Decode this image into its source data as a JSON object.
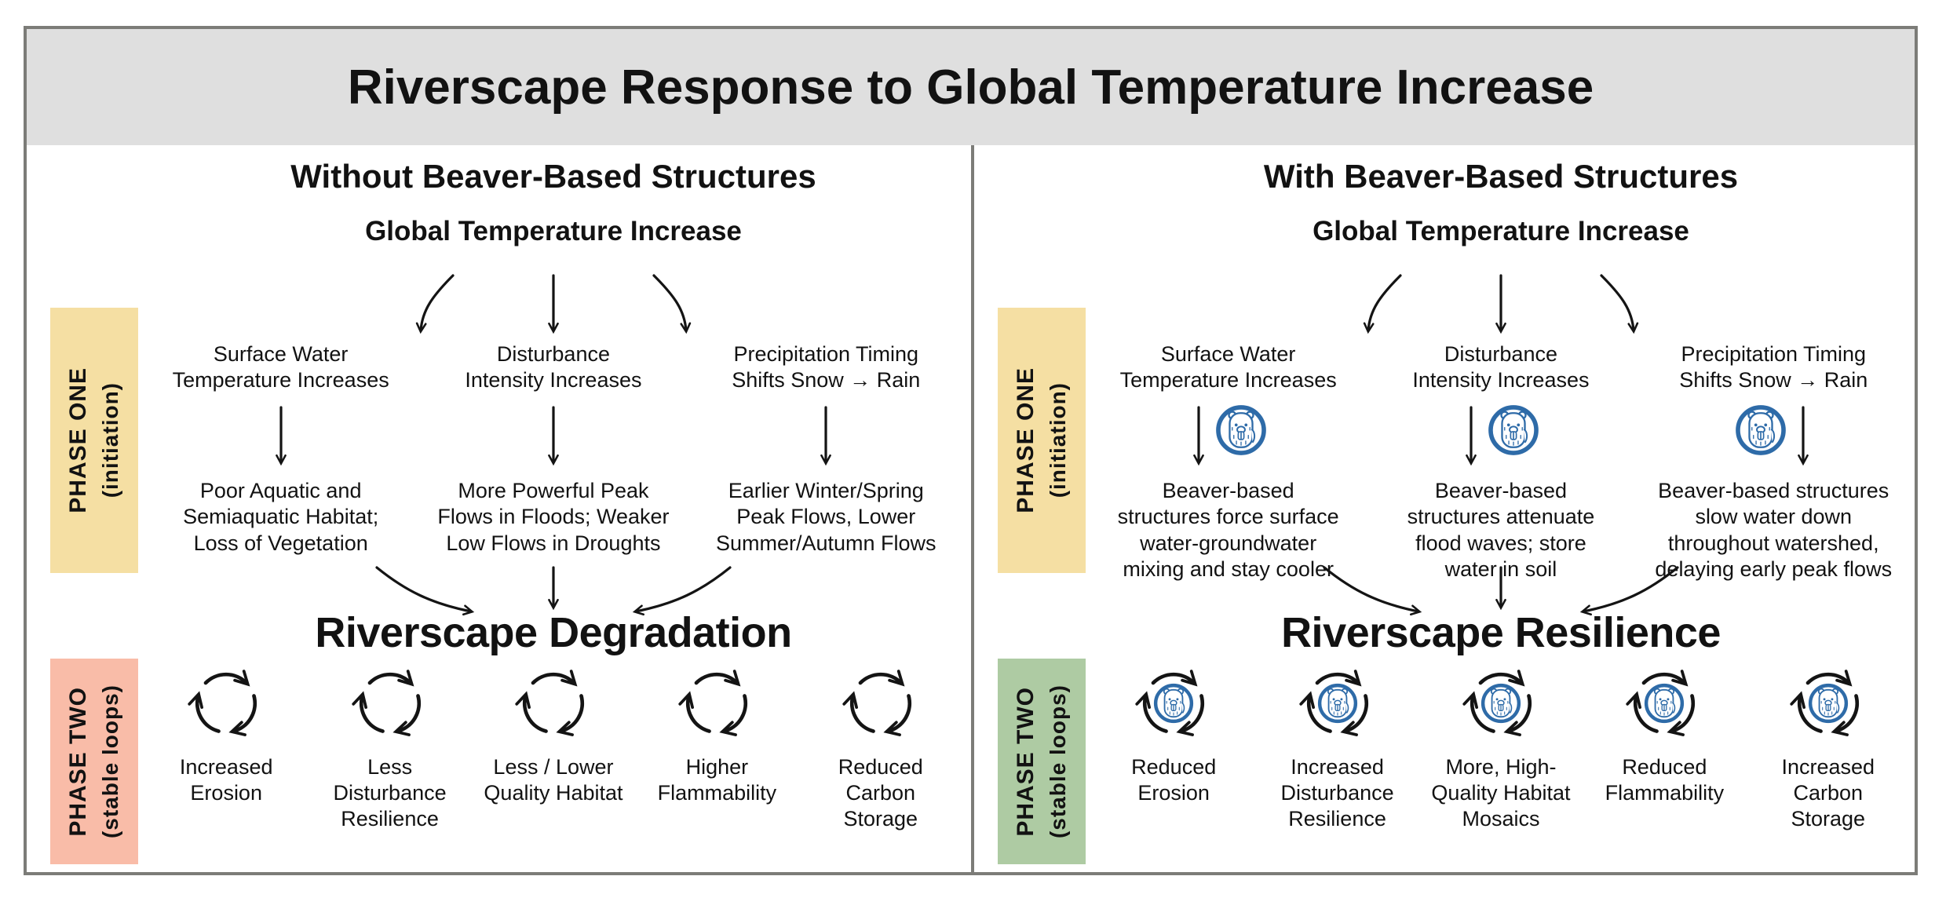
{
  "title": "Riverscape Response to Global Temperature Increase",
  "colors": {
    "header_bg": "#dfdfdf",
    "frame_border": "#7c7c78",
    "phase1_bg": "#f5dfa3",
    "phase2_left_bg": "#f9bca8",
    "phase2_right_bg": "#aecba3",
    "beaver_blue": "#2e6ba8",
    "ink": "#121212"
  },
  "icons": {
    "beaver": "beaver-face-icon",
    "cycle": "cycle-arrows-icon",
    "down_arrow": "down-arrow-icon"
  },
  "panels": {
    "left": {
      "title": "Without Beaver-Based Structures",
      "subtitle": "Global Temperature Increase",
      "phase1": {
        "name": "PHASE ONE",
        "sub": "(initiation)"
      },
      "phase2": {
        "name": "PHASE TWO",
        "sub": "(stable loops)"
      },
      "drivers": [
        "Surface Water\nTemperature Increases",
        "Disturbance\nIntensity Increases",
        "Precipitation Timing\nShifts Snow → Rain"
      ],
      "effects": [
        "Poor Aquatic and\nSemiaquatic Habitat;\nLoss of Vegetation",
        "More Powerful Peak\nFlows in Floods; Weaker\nLow Flows in Droughts",
        "Earlier Winter/Spring\nPeak Flows, Lower\nSummer/Autumn Flows"
      ],
      "outcome": "Riverscape Degradation",
      "loops": [
        "Increased\nErosion",
        "Less\nDisturbance\nResilience",
        "Less / Lower\nQuality Habitat",
        "Higher\nFlammability",
        "Reduced\nCarbon\nStorage"
      ]
    },
    "right": {
      "title": "With Beaver-Based Structures",
      "subtitle": "Global Temperature Increase",
      "phase1": {
        "name": "PHASE ONE",
        "sub": "(initiation)"
      },
      "phase2": {
        "name": "PHASE TWO",
        "sub": "(stable loops)"
      },
      "drivers": [
        "Surface Water\nTemperature Increases",
        "Disturbance\nIntensity Increases",
        "Precipitation Timing\nShifts Snow → Rain"
      ],
      "effects": [
        "Beaver-based\nstructures force surface\nwater-groundwater\nmixing and stay cooler",
        "Beaver-based\nstructures attenuate\nflood waves; store\nwater in soil",
        "Beaver-based structures\nslow water down\nthroughout watershed,\ndelaying early peak flows"
      ],
      "outcome": "Riverscape Resilience",
      "loops": [
        "Reduced\nErosion",
        "Increased\nDisturbance\nResilience",
        "More, High-\nQuality Habitat\nMosaics",
        "Reduced\nFlammability",
        "Increased\nCarbon\nStorage"
      ]
    }
  }
}
